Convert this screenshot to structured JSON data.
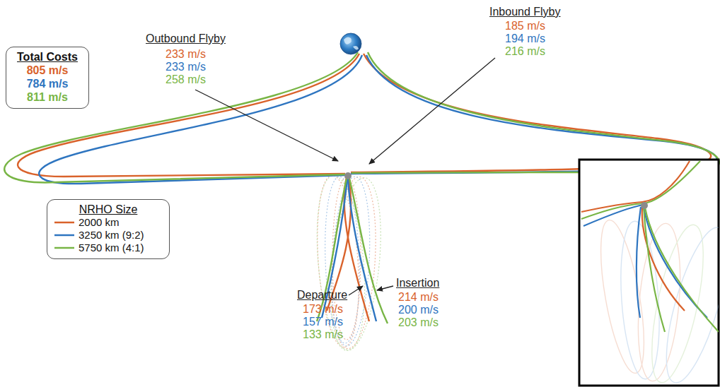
{
  "diagram": {
    "nodes": [
      {
        "text": [
          "Total Costs",
          "805 m/s",
          "784 m/s",
          "811 m/s"
        ]
      },
      {
        "text": [
          "NRHO Size"
        ]
      }
    ],
    "labels": [
      "Outbound Flyby",
      "233 m/s",
      "233 m/s",
      "258 m/s",
      "Inbound Flyby",
      "185 m/s",
      "194 m/s",
      "216 m/s",
      "Departure",
      "173 m/s",
      "157 m/s",
      "133 m/s",
      "Insertion",
      "214 m/s",
      "200 m/s",
      "203 m/s"
    ],
    "legend": [
      {
        "text": "2000 km"
      },
      {
        "text": "3250 km (9:2)"
      },
      {
        "text": "5750 km (4:1)"
      }
    ]
  }
}
